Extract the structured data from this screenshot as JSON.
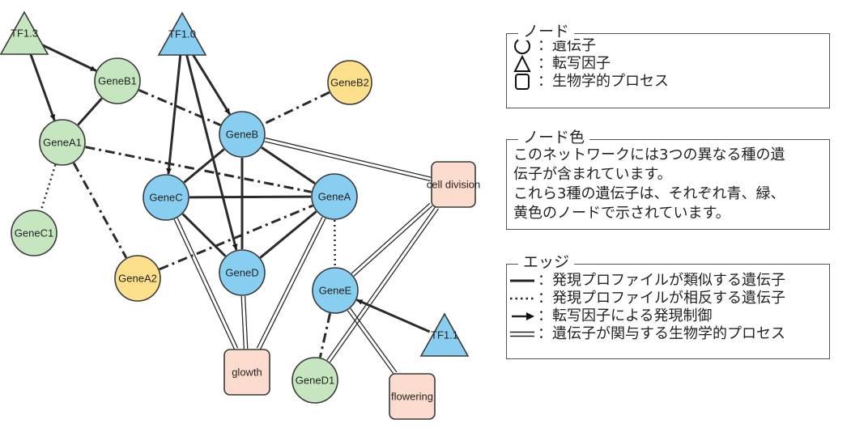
{
  "network": {
    "colors": {
      "blue": "#87cef0",
      "green": "#c6e6c0",
      "yellow": "#fde08c",
      "process": "#fddcd0",
      "stroke": "#2b2b2b"
    },
    "nodes": [
      {
        "id": "TF1.3",
        "label": "TF1.3",
        "shape": "triangle",
        "color": "green"
      },
      {
        "id": "TF1.0",
        "label": "TF1.0",
        "shape": "triangle",
        "color": "blue"
      },
      {
        "id": "TF1.1",
        "label": "TF1.1",
        "shape": "triangle",
        "color": "blue"
      },
      {
        "id": "GeneB1",
        "label": "GeneB1",
        "shape": "circle",
        "color": "green"
      },
      {
        "id": "GeneB2",
        "label": "GeneB2",
        "shape": "circle",
        "color": "yellow"
      },
      {
        "id": "GeneA1",
        "label": "GeneA1",
        "shape": "circle",
        "color": "green"
      },
      {
        "id": "GeneB",
        "label": "GeneB",
        "shape": "circle",
        "color": "blue"
      },
      {
        "id": "GeneC",
        "label": "GeneC",
        "shape": "circle",
        "color": "blue"
      },
      {
        "id": "GeneA",
        "label": "GeneA",
        "shape": "circle",
        "color": "blue"
      },
      {
        "id": "GeneC1",
        "label": "GeneC1",
        "shape": "circle",
        "color": "green"
      },
      {
        "id": "GeneA2",
        "label": "GeneA2",
        "shape": "circle",
        "color": "yellow"
      },
      {
        "id": "GeneD",
        "label": "GeneD",
        "shape": "circle",
        "color": "blue"
      },
      {
        "id": "GeneE",
        "label": "GeneE",
        "shape": "circle",
        "color": "blue"
      },
      {
        "id": "GeneD1",
        "label": "GeneD1",
        "shape": "circle",
        "color": "green"
      },
      {
        "id": "cell division",
        "label": "cell division",
        "shape": "box",
        "color": "process"
      },
      {
        "id": "glowth",
        "label": "glowth",
        "shape": "box",
        "color": "process"
      },
      {
        "id": "flowering",
        "label": "flowering",
        "shape": "box",
        "color": "process"
      }
    ],
    "edges": [
      {
        "from": "TF1.3",
        "to": "GeneB1",
        "type": "regulation"
      },
      {
        "from": "TF1.3",
        "to": "GeneA1",
        "type": "regulation"
      },
      {
        "from": "TF1.0",
        "to": "GeneB",
        "type": "regulation"
      },
      {
        "from": "TF1.0",
        "to": "GeneC",
        "type": "regulation"
      },
      {
        "from": "TF1.0",
        "to": "GeneD",
        "type": "regulation"
      },
      {
        "from": "TF1.1",
        "to": "GeneE",
        "type": "regulation"
      },
      {
        "from": "GeneB1",
        "to": "GeneA1",
        "type": "similar"
      },
      {
        "from": "GeneB",
        "to": "GeneC",
        "type": "similar"
      },
      {
        "from": "GeneB",
        "to": "GeneA",
        "type": "similar"
      },
      {
        "from": "GeneB",
        "to": "GeneD",
        "type": "similar"
      },
      {
        "from": "GeneC",
        "to": "GeneA",
        "type": "similar"
      },
      {
        "from": "GeneC",
        "to": "GeneD",
        "type": "similar"
      },
      {
        "from": "GeneA",
        "to": "GeneD",
        "type": "similar"
      },
      {
        "from": "GeneA1",
        "to": "GeneC1",
        "type": "opposite"
      },
      {
        "from": "GeneA",
        "to": "GeneE",
        "type": "opposite"
      },
      {
        "from": "GeneB1",
        "to": "GeneB",
        "type": "dashdot"
      },
      {
        "from": "GeneB2",
        "to": "GeneB",
        "type": "dashdot"
      },
      {
        "from": "GeneA1",
        "to": "GeneA",
        "type": "dashdot"
      },
      {
        "from": "GeneA1",
        "to": "GeneA2",
        "type": "dashdot"
      },
      {
        "from": "GeneA2",
        "to": "GeneA",
        "type": "dashdot"
      },
      {
        "from": "GeneE",
        "to": "GeneD1",
        "type": "dashdot"
      },
      {
        "from": "GeneB",
        "to": "cell division",
        "type": "process"
      },
      {
        "from": "GeneE",
        "to": "cell division",
        "type": "process"
      },
      {
        "from": "GeneD1",
        "to": "cell division",
        "type": "process"
      },
      {
        "from": "GeneC",
        "to": "glowth",
        "type": "process"
      },
      {
        "from": "GeneD",
        "to": "glowth",
        "type": "process"
      },
      {
        "from": "GeneA",
        "to": "glowth",
        "type": "process"
      },
      {
        "from": "GeneE",
        "to": "flowering",
        "type": "process"
      }
    ]
  },
  "legend": {
    "nodes": {
      "title": "ノード",
      "items": [
        {
          "symbol": "circle-icon",
          "label": "：遺伝子"
        },
        {
          "symbol": "triangle-icon",
          "label": "：転写因子"
        },
        {
          "symbol": "square-icon",
          "label": "：生物学的プロセス"
        }
      ]
    },
    "node_color": {
      "title": "ノード色",
      "lines": [
        "このネットワークには3つの異なる種の遺",
        "伝子が含まれています。",
        "これら3種の遺伝子は、それぞれ青、緑、",
        "黄色のノードで示されています。"
      ]
    },
    "edges": {
      "title": "エッジ",
      "items": [
        {
          "symbol": "solid-line-icon",
          "label": "：発現プロファイルが類似する遺伝子"
        },
        {
          "symbol": "dotted-line-icon",
          "label": "：発現プロファイルが相反する遺伝子"
        },
        {
          "symbol": "arrow-icon",
          "label": "：転写因子による発現制御"
        },
        {
          "symbol": "double-line-icon",
          "label": "：遺伝子が関与する生物学的プロセス"
        }
      ]
    }
  }
}
